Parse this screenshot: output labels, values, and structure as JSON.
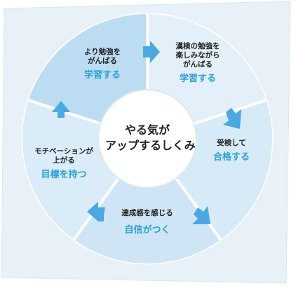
{
  "center": {
    "line1": "やる気が",
    "line2": "アップするしくみ"
  },
  "segments": [
    {
      "id": "top-left",
      "small1": "より勉強を",
      "small2": "がんばる",
      "small3": "",
      "big": "学習する"
    },
    {
      "id": "top-right",
      "small1": "漢検の勉強を",
      "small2": "楽しみながら",
      "small3": "がんばる",
      "big": "学習する"
    },
    {
      "id": "right",
      "small1": "受検して",
      "small2": "",
      "small3": "",
      "big": "合格する"
    },
    {
      "id": "bottom",
      "small1": "達成感を感じる",
      "small2": "",
      "small3": "",
      "big": "自信がつく"
    },
    {
      "id": "left",
      "small1": "モチベーションが",
      "small2": "上がる",
      "small3": "",
      "big": "目標を持つ"
    }
  ],
  "colors": {
    "background_card": "#ebf3fa",
    "ring_light": "#dcedf8",
    "ring_medium": "#cfe5f5",
    "ring_highlight": "#bcdcf2",
    "center_fill": "#ffffff",
    "arrow": "#4ba8e0",
    "accent_text": "#2a9fd6"
  }
}
